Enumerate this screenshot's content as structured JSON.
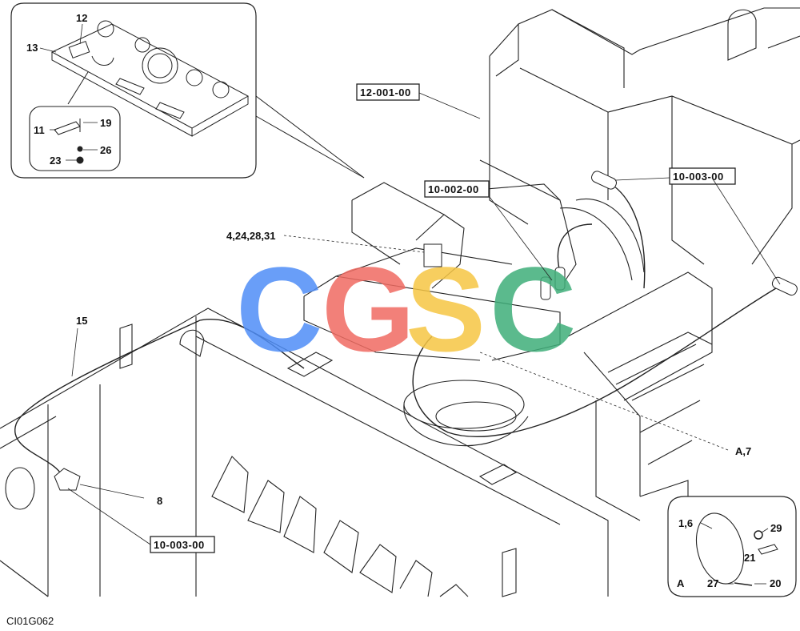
{
  "drawing_code": "CI01G062",
  "watermark": {
    "letters": [
      "C",
      "G",
      "S",
      "C"
    ],
    "colors": [
      "#4f8ef7",
      "#f06b62",
      "#f6c644",
      "#3fae7a"
    ]
  },
  "callouts": {
    "inset_top": [
      "12",
      "13",
      "11",
      "19",
      "26",
      "23"
    ],
    "main": [
      "4,24,28,31",
      "15",
      "8",
      "A,7"
    ],
    "inset_bottom": [
      "1,6",
      "29",
      "21",
      "A",
      "27",
      "20"
    ]
  },
  "references": [
    "12-001-00",
    "10-002-00",
    "10-003-00",
    "10-003-00"
  ]
}
